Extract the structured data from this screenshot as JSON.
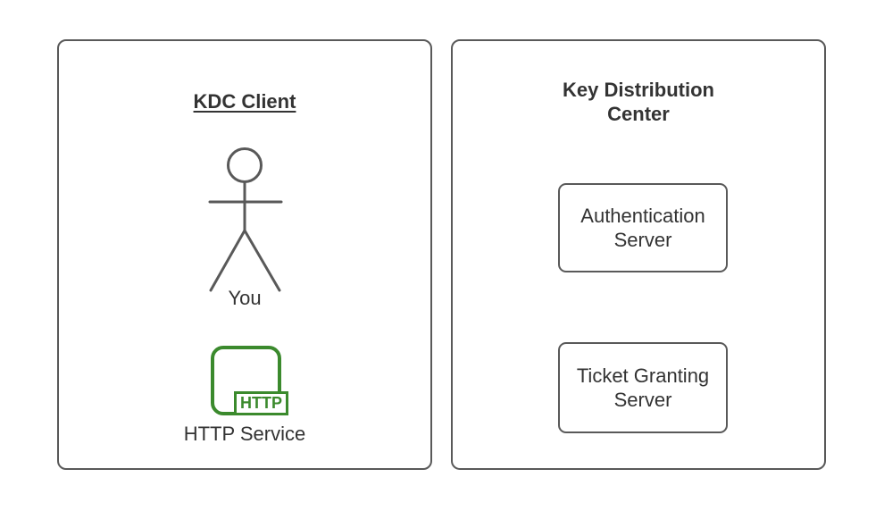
{
  "diagram": {
    "left_panel": {
      "title": "KDC Client",
      "actor_label": "You",
      "actor_icon": "stick-figure-person",
      "service_icon": "http-application",
      "service_badge": "HTTP",
      "service_label": "HTTP Service"
    },
    "right_panel": {
      "title": "Key Distribution Center",
      "servers": [
        {
          "label": "Authentication Server"
        },
        {
          "label": "Ticket Granting Server"
        }
      ]
    },
    "colors": {
      "stroke_gray": "#595959",
      "text_dark": "#333333",
      "accent_green": "#3b8a2d",
      "background": "#ffffff"
    }
  }
}
